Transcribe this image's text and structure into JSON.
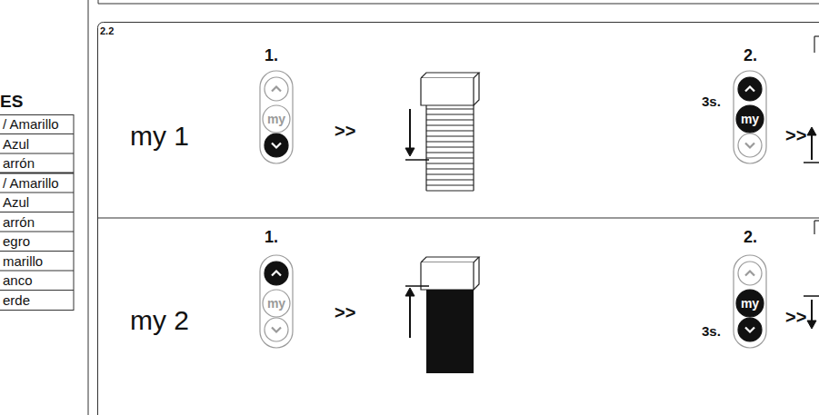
{
  "diagram": {
    "nodes": [
      {
        "text": [
          "my"
        ]
      },
      {
        "text": [
          "my"
        ]
      },
      {
        "text": [
          "my"
        ]
      },
      {
        "text": [
          "my"
        ]
      }
    ],
    "labels": [
      "ES",
      "/ Amarillo",
      "Azul",
      "arrón",
      "/ Amarillo",
      "Azul",
      "arrón",
      "egro",
      "marillo",
      "anco",
      "erde",
      "2.2",
      "my 1",
      "1.",
      ">>",
      "2.",
      "3s.",
      ">>",
      "my 2",
      "1.",
      ">>",
      "2.",
      "3s.",
      ">>"
    ]
  }
}
